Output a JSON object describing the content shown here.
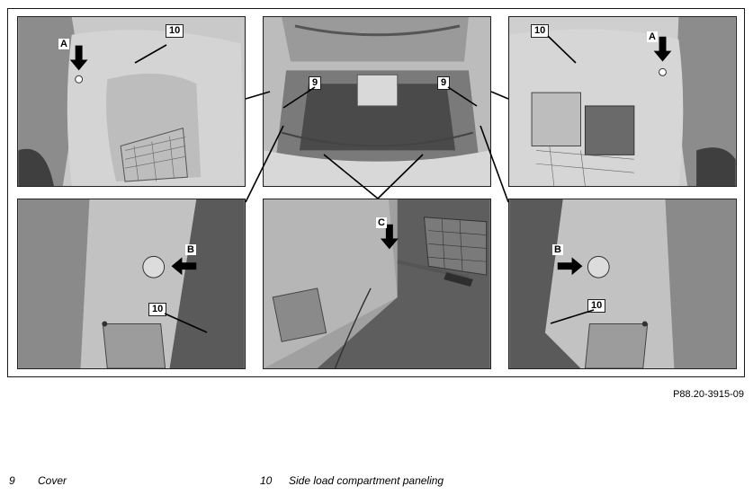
{
  "figure_ref": "P88.20-3915-09",
  "callouts": {
    "cover": "9",
    "side_paneling": "10",
    "arrow_a": "A",
    "arrow_b": "B",
    "arrow_c": "C"
  },
  "legend": [
    {
      "number": "9",
      "label": "Cover"
    },
    {
      "number": "10",
      "label": "Side load compartment paneling"
    }
  ],
  "colors": {
    "arrow": "#000000",
    "panel_gray": "#bdbdbd",
    "dark": "#3a3a3a"
  }
}
